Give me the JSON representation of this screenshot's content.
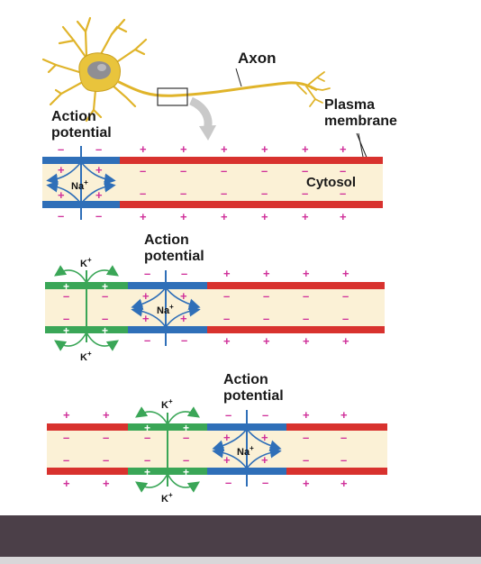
{
  "labels": {
    "axon": "Axon",
    "plasma_membrane_line1": "Plasma",
    "plasma_membrane_line2": "membrane",
    "action_line1": "Action",
    "action_line2": "potential",
    "cytosol": "Cytosol"
  },
  "ions": {
    "sodium": "Na",
    "potassium": "K",
    "charge": "+"
  },
  "signs": {
    "plus": "+",
    "minus": "–"
  },
  "colors": {
    "resting_membrane": "#d8322e",
    "depolarized_membrane": "#2f6fb8",
    "repolarizing_membrane": "#3aa657",
    "cytosol": "#fbf1d6",
    "charge_sign": "#d0309a",
    "neuron": "#e8c13a"
  }
}
